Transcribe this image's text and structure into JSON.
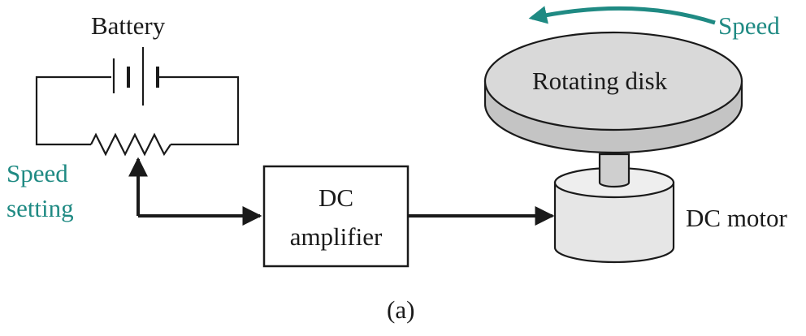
{
  "labels": {
    "battery": "Battery",
    "speed": "Speed",
    "speed_setting_line1": "Speed",
    "speed_setting_line2": "setting",
    "amplifier_line1": "DC",
    "amplifier_line2": "amplifier",
    "disk": "Rotating disk",
    "motor": "DC motor",
    "caption": "(a)"
  },
  "colors": {
    "ink": "#1a1a1a",
    "accent": "#1f8a83",
    "disk_fill": "#d9d9d9",
    "motor_fill": "#e6e6e6"
  }
}
